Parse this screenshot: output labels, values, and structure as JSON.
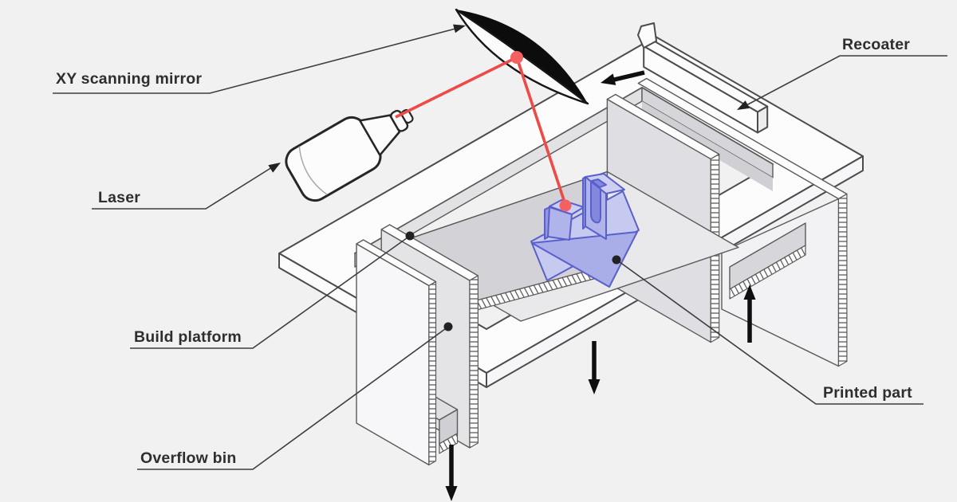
{
  "diagram": {
    "type": "isometric-technical-illustration",
    "subject": "Laser powder bed fusion (SLS) 3D printing process",
    "background": "#f1f1f2",
    "labels": [
      {
        "id": "xy-scanning-mirror",
        "text": "XY scanning mirror",
        "target": "scanning mirror",
        "pointer": "arrow"
      },
      {
        "id": "laser",
        "text": "Laser",
        "target": "laser unit",
        "pointer": "arrow"
      },
      {
        "id": "recoater",
        "text": "Recoater",
        "target": "recoater blade",
        "pointer": "arrow"
      },
      {
        "id": "build-platform",
        "text": "Build platform",
        "target": "powder bed surface",
        "pointer": "dot"
      },
      {
        "id": "overflow-bin",
        "text": "Overflow bin",
        "target": "overflow channel wall",
        "pointer": "dot"
      },
      {
        "id": "printed-part",
        "text": "Printed part",
        "target": "blue part on bed",
        "pointer": "dot"
      }
    ],
    "motion_arrows": [
      {
        "name": "recoater-motion-arrow",
        "direction": "left"
      },
      {
        "name": "build-platform-motion-arrow",
        "direction": "down"
      },
      {
        "name": "overflow-bin-motion-arrow",
        "direction": "down"
      },
      {
        "name": "powder-supply-motion-arrow",
        "direction": "up"
      }
    ],
    "colors": {
      "background": "#f1f1f2",
      "laser_beam": "#ee4a46",
      "beam_spot": "#f26262",
      "mirror_black": "#0c0c0c",
      "printed_part_fill": "#b3b7ec",
      "printed_part_edge": "#5a60cb",
      "powder_top": "#e9e9ec",
      "powder_front": "#d3d3d7",
      "metal_white": "#fcfcfd",
      "label_text": "#2e2e2e"
    }
  }
}
